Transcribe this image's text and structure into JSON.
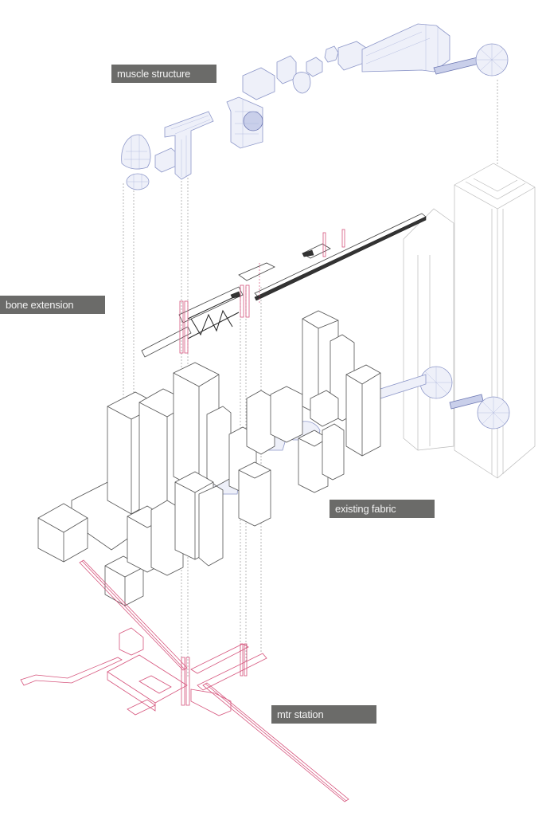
{
  "diagram": {
    "type": "exploded axonometric",
    "layers": [
      {
        "id": "muscle",
        "label": "muscle structure"
      },
      {
        "id": "bone",
        "label": "bone extension"
      },
      {
        "id": "fabric",
        "label": "existing fabric"
      },
      {
        "id": "mtr",
        "label": "mtr station"
      }
    ]
  },
  "colors": {
    "label_bg": "#6b6b69",
    "label_text": "#f2f2f2",
    "muscle_stroke": "#8d97c9",
    "mtr_stroke": "#d6557d",
    "building_stroke": "#555555",
    "background": "#ffffff"
  }
}
